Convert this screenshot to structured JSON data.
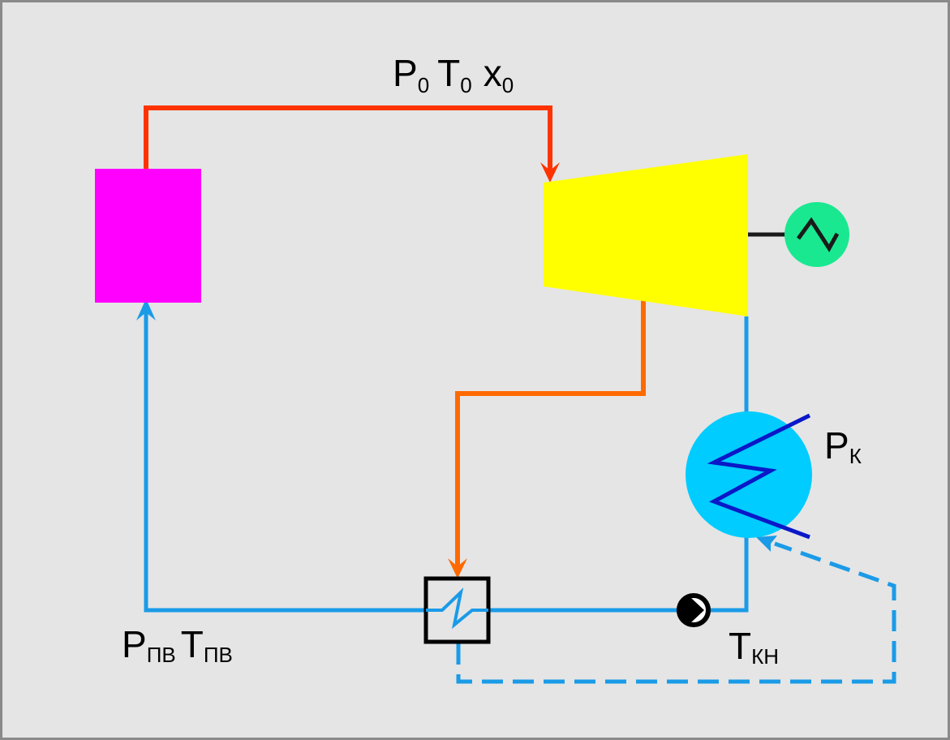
{
  "labels": {
    "steam_inlet": {
      "p_base": "P",
      "p_sub": "0",
      "t_base": "T",
      "t_sub": "0",
      "x_base": "x",
      "x_sub": "0"
    },
    "feedwater": {
      "p_base": "P",
      "p_sub": "ПВ",
      "t_base": "T",
      "t_sub": "ПВ"
    },
    "condensate": {
      "t_base": "T",
      "t_sub": "КН"
    },
    "condenser_pressure": {
      "p_base": "P",
      "p_sub": "К"
    }
  },
  "colors": {
    "background": "#e5e5e5",
    "boiler": "#ff00ff",
    "turbine": "#ffff00",
    "generator": "#19e890",
    "condenser": "#00ccff",
    "condenser_coil": "#0a18c8",
    "live_steam_line": "#ff3300",
    "extraction_steam_line": "#ff6a00",
    "water_line": "#1a9be8",
    "outline": "#000000"
  },
  "icons": {
    "generator": "generator-icon",
    "pump": "pump-icon",
    "heater": "heat-exchanger-icon"
  }
}
